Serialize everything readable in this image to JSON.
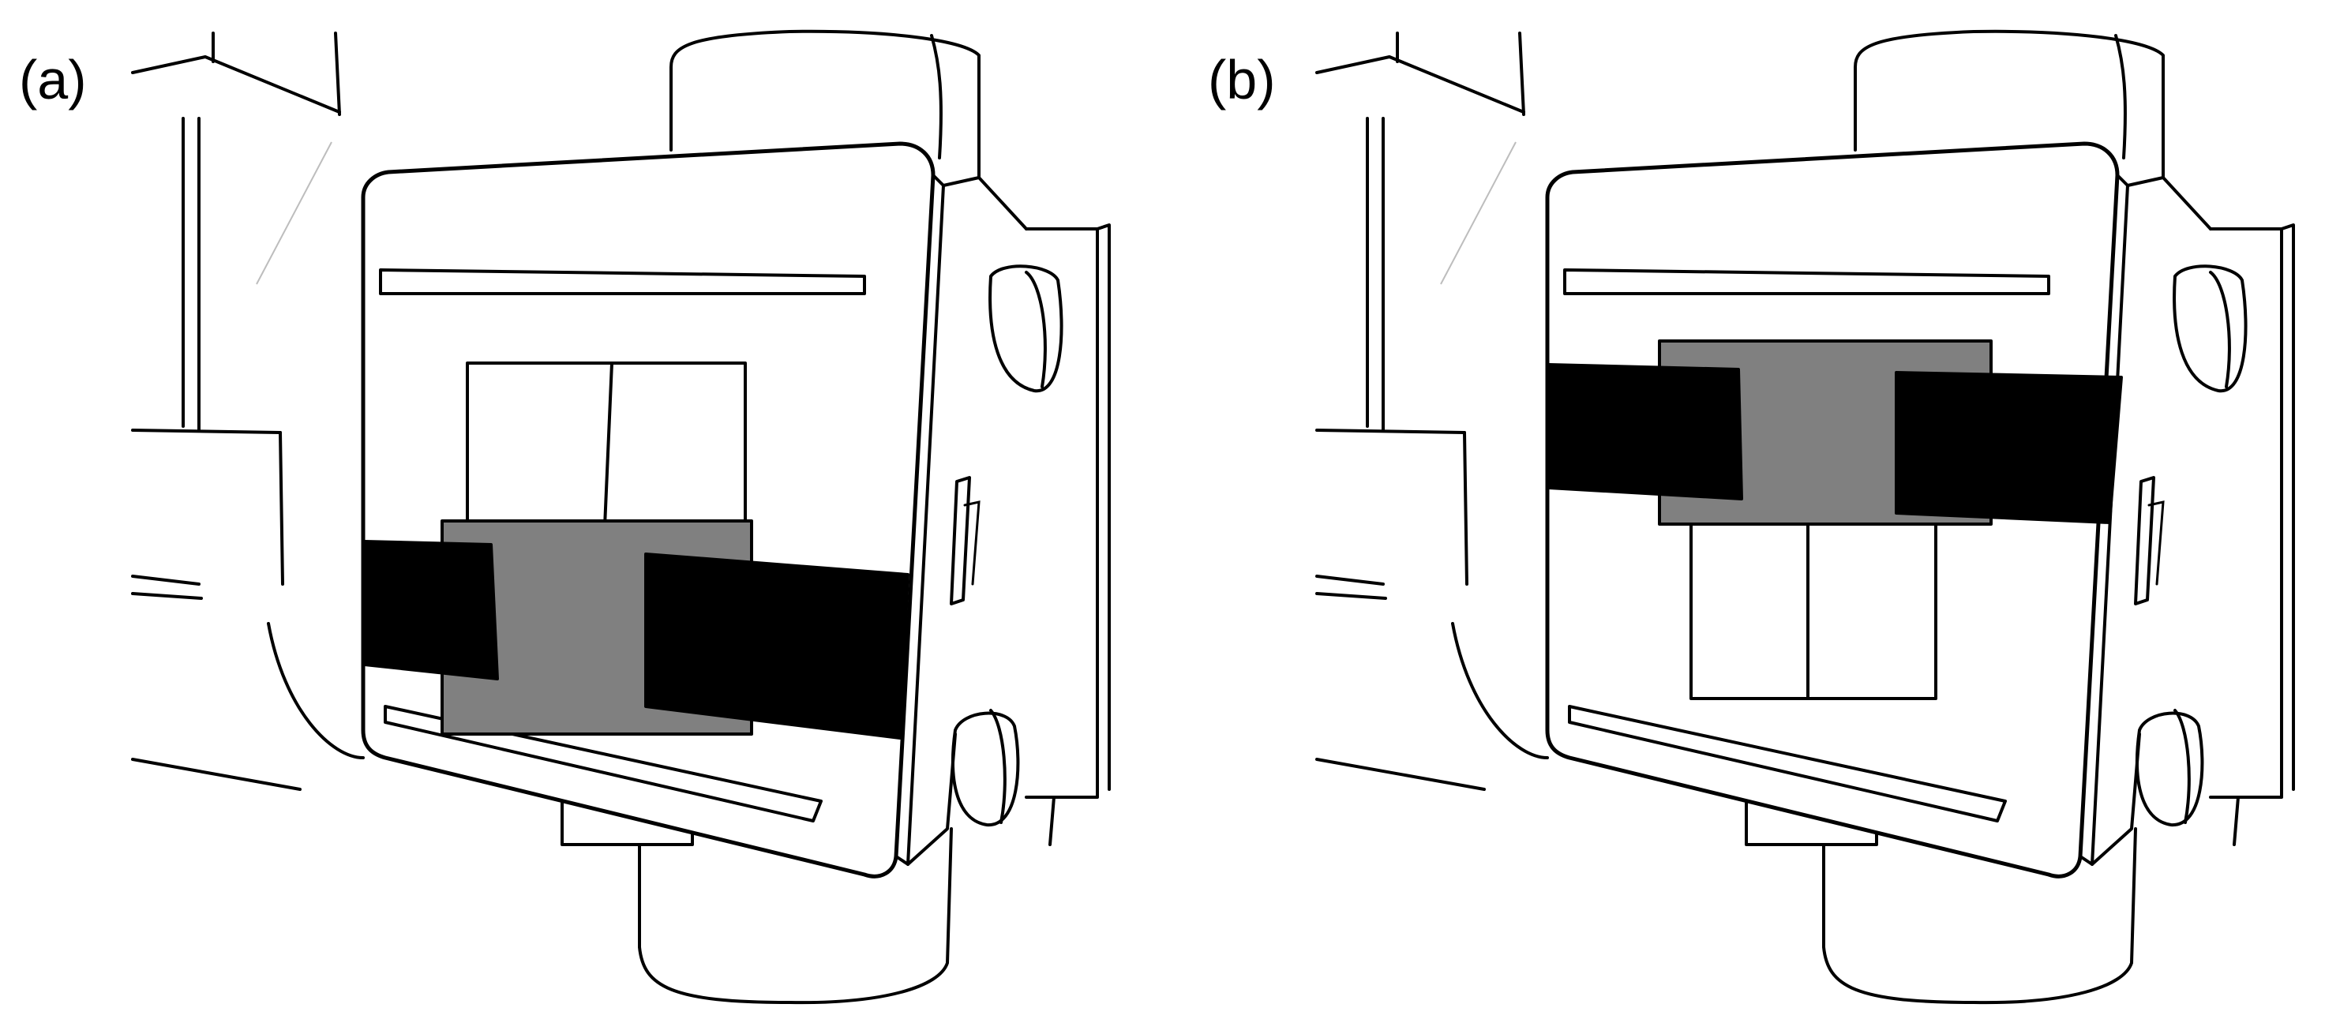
{
  "panels": [
    {
      "label": "(a)",
      "strap_position": "lower",
      "colors": {
        "strap": "#000000",
        "pad": "#808080",
        "outline": "#000000",
        "background": "#ffffff"
      }
    },
    {
      "label": "(b)",
      "strap_position": "upper",
      "colors": {
        "strap": "#000000",
        "pad": "#808080",
        "outline": "#000000",
        "background": "#ffffff"
      }
    }
  ]
}
